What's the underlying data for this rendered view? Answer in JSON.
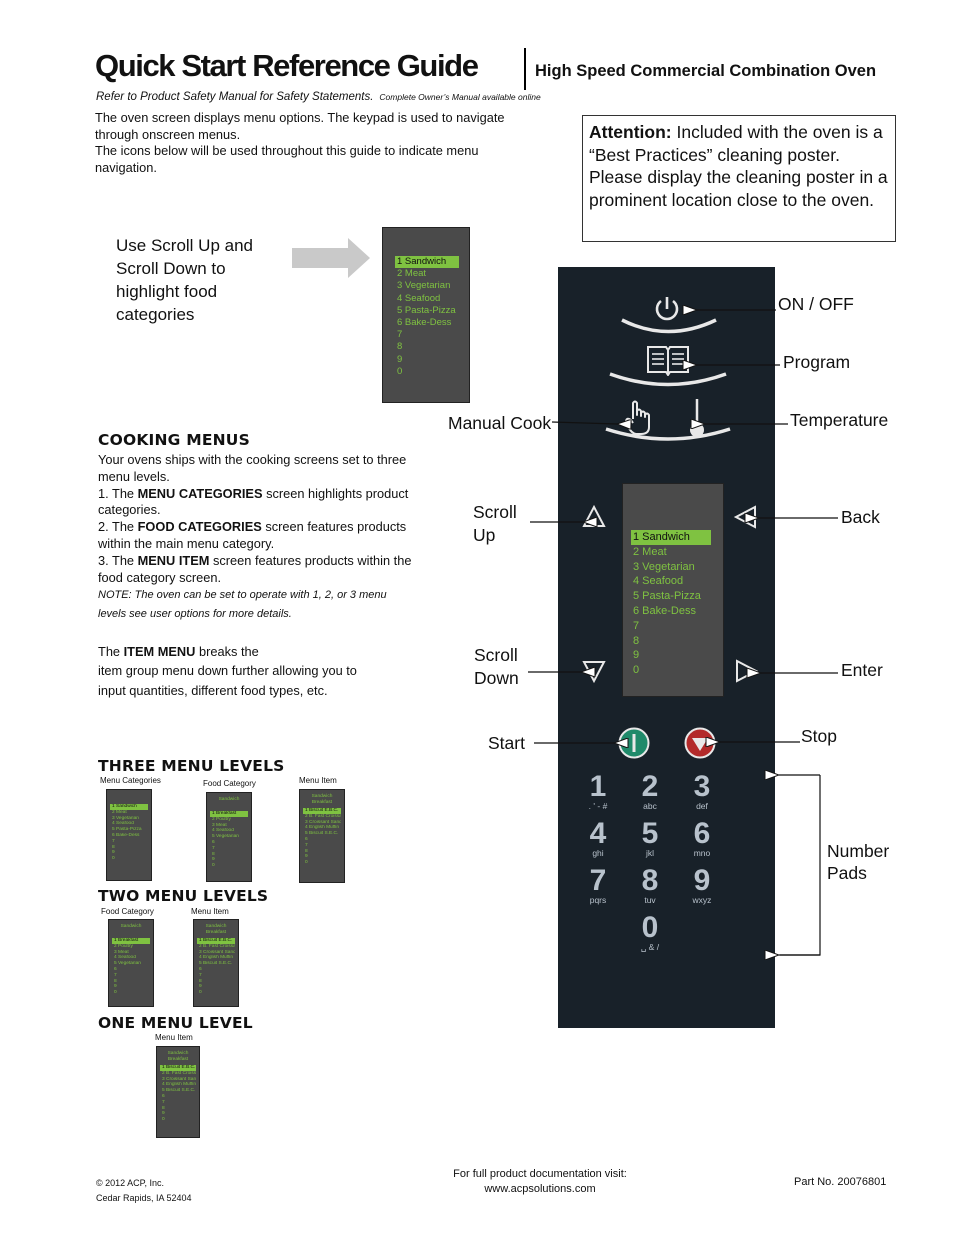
{
  "header": {
    "title": "Quick Start Reference Guide",
    "subtitle": "High Speed Commercial Combination Oven",
    "safety_note": "Refer to Product Safety Manual for Safety Statements.",
    "manual_note": "Complete Owner’s Manual available online"
  },
  "intro": {
    "line1": "The oven screen displays menu options. The keypad is used to navigate through onscreen menus.",
    "line2": "The icons below will be used throughout this guide to indicate menu navigation."
  },
  "attention": {
    "heading": "Attention:",
    "text": "Included with the oven is a “Best Practices” cleaning poster. Please display the cleaning poster in a prominent location close to the oven."
  },
  "scroll_note": "Use Scroll Up and Scroll Down to highlight food categories",
  "screen_items": [
    "1 Sandwich",
    "2 Meat",
    "3 Vegetarian",
    "4 Seafood",
    "5 Pasta-Pizza",
    "6 Bake-Dess",
    "7",
    "8",
    "9",
    "0"
  ],
  "cooking": {
    "heading": "COOKING MENUS",
    "p1": "Your ovens ships with the cooking screens set to three menu levels.",
    "p2_pre": "1. The ",
    "p2_bold": "MENU CATEGORIES",
    "p2_post": " screen highlights product categories.",
    "p3_pre": "2. The ",
    "p3_bold": "FOOD CATEGORIES",
    "p3_post": " screen features products within the main menu category.",
    "p4_pre": "3.  The ",
    "p4_bold": "MENU ITEM",
    "p4_post": " screen features products within the food category screen.",
    "note": "NOTE: The oven can be set to operate with 1, 2, or 3 menu levels see user options for more details."
  },
  "item_menu": {
    "pre": "The ",
    "bold": "ITEM MENU",
    "post1": " breaks the",
    "line2": "item group menu down further allowing you to",
    "line3": "input quantities, different food types, etc."
  },
  "levels": {
    "three": "THREE MENU LEVELS",
    "two": "TWO MENU LEVELS",
    "one": "ONE MENU LEVEL",
    "lbl_menu_categories": "Menu Categories",
    "lbl_food_category": "Food Category",
    "lbl_menu_item": "Menu Item"
  },
  "mini": {
    "menu_categories": [
      "1 Sandwich",
      "2 Meat",
      "3 Vegetarian",
      "4 Seafood",
      "5 Pasta-Pizza",
      "6 Bake-Dess",
      "7",
      "8",
      "9",
      "0"
    ],
    "food_head": "Sandwich",
    "food_items": [
      "1 Breakfast",
      "2 Poultry",
      "3 Meat",
      "4 Seafood",
      "5 Vegetarian",
      "6",
      "7",
      "8",
      "9",
      "0"
    ],
    "item_head1": "Sandwich",
    "item_head2": "Breakfast",
    "item_items": [
      "1 Biscuit E.B.C.",
      "2 B. Fast Croissant",
      "3 Croissant Sand",
      "4 English Muffin",
      "5 Biscuit S.E.C.",
      "6",
      "7",
      "8",
      "9",
      "0"
    ]
  },
  "panel_labels": {
    "on_off": "ON / OFF",
    "program": "Program",
    "temperature": "Temperature",
    "manual_cook": "Manual Cook",
    "scroll_up": "Scroll Up",
    "back": "Back",
    "scroll_down": "Scroll Down",
    "enter": "Enter",
    "start": "Start",
    "stop": "Stop",
    "number_pads": "Number Pads"
  },
  "keypad": [
    {
      "num": "1",
      "sub": ". ' - #"
    },
    {
      "num": "2",
      "sub": "abc"
    },
    {
      "num": "3",
      "sub": "def"
    },
    {
      "num": "4",
      "sub": "ghi"
    },
    {
      "num": "5",
      "sub": "jkl"
    },
    {
      "num": "6",
      "sub": "mno"
    },
    {
      "num": "7",
      "sub": "pqrs"
    },
    {
      "num": "8",
      "sub": "tuv"
    },
    {
      "num": "9",
      "sub": "wxyz"
    },
    {
      "num": "0",
      "sub": "␣ & /"
    }
  ],
  "footer": {
    "copyright": "© 2012 ACP, Inc.",
    "city": "Cedar Rapids, IA 52404",
    "doc_line1": "For full product documentation visit:",
    "doc_line2": "www.acpsolutions.com",
    "part": "Part No. 20076801"
  },
  "colors": {
    "panel": "#182129",
    "screen": "#4a4a4a",
    "highlight": "#7fc241",
    "start": "#1f8a6a",
    "stop": "#b32a2a"
  }
}
